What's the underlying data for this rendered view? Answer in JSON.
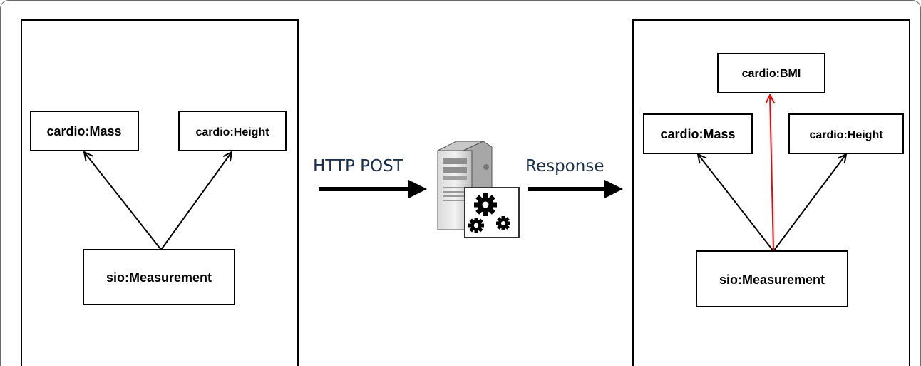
{
  "left_panel": {
    "nodes": {
      "mass": "cardio:Mass",
      "height": "cardio:Height",
      "measurement": "sio:Measurement"
    }
  },
  "request_label": "HTTP POST",
  "response_label": "Response",
  "server": {
    "icon": "server-with-gears-icon"
  },
  "right_panel": {
    "nodes": {
      "bmi": "cardio:BMI",
      "mass": "cardio:Mass",
      "height": "cardio:Height",
      "measurement": "sio:Measurement"
    },
    "new_edge_color": "#ff0000"
  },
  "colors": {
    "box_border": "#000000",
    "flow_label": "#1a2f4c",
    "frame_border": "#6b6b6b"
  }
}
